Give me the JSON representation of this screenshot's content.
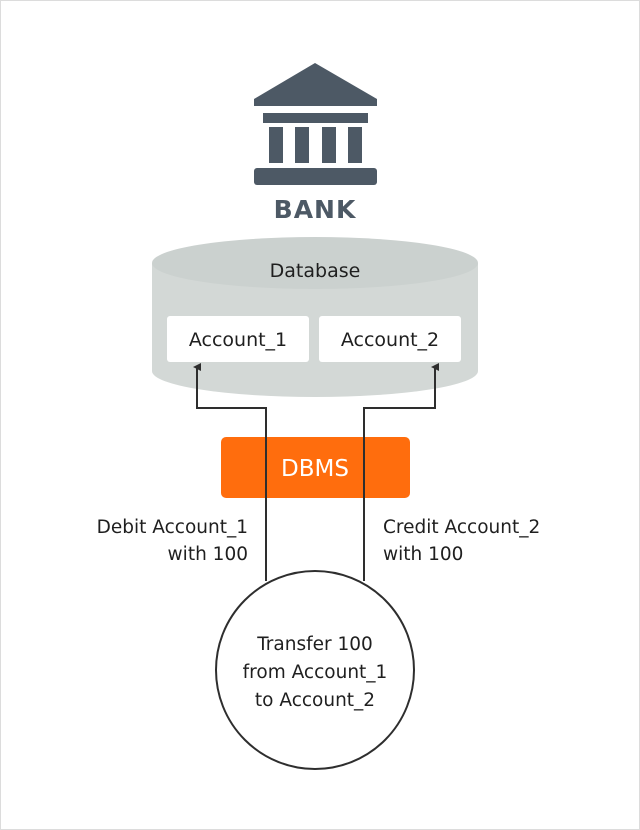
{
  "bank": {
    "icon": "bank-building-icon",
    "label": "BANK"
  },
  "database": {
    "title": "Database",
    "accounts": [
      "Account_1",
      "Account_2"
    ]
  },
  "dbms": {
    "label": "DBMS"
  },
  "operations": {
    "debit": {
      "line1": "Debit Account_1",
      "line2": "with 100"
    },
    "credit": {
      "line1": "Credit Account_2",
      "line2": "with 100"
    }
  },
  "transaction": {
    "line1": "Transfer 100",
    "line2": "from Account_1",
    "line3": "to Account_2"
  },
  "colors": {
    "bank_gray": "#4d5965",
    "database_fill": "#d3d8d6",
    "dbms_orange": "#ff6d0d",
    "line": "#2e2e2e"
  }
}
